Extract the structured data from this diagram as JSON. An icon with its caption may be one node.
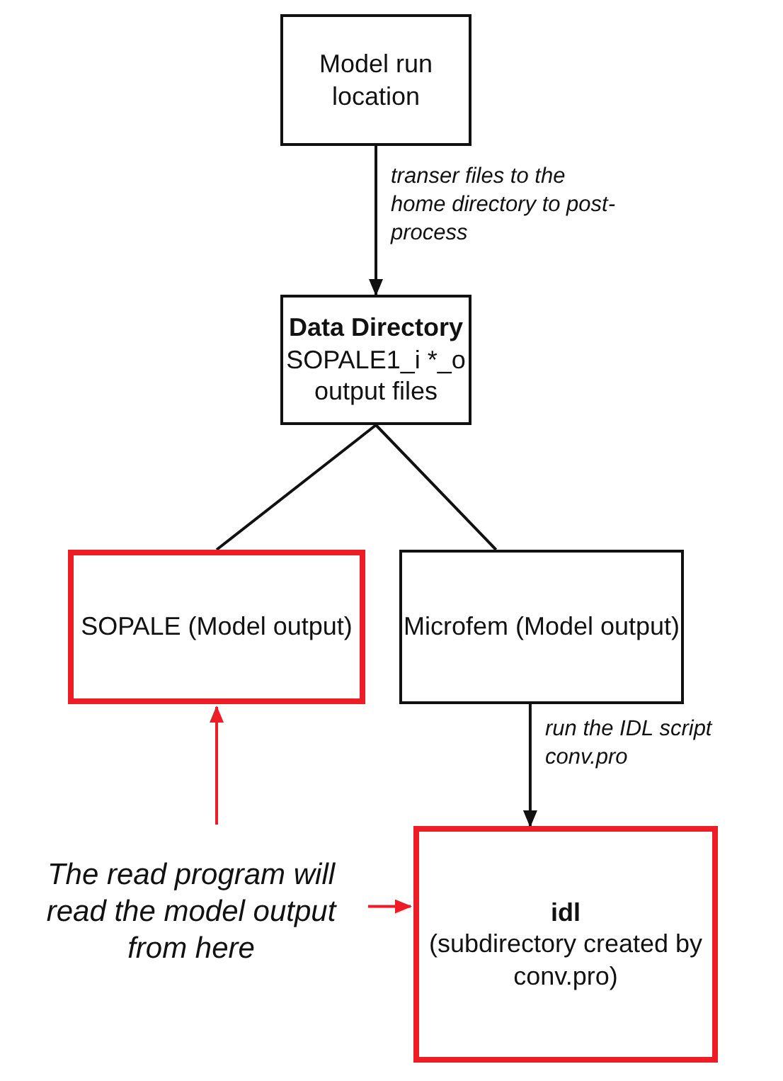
{
  "diagram": {
    "nodes": [
      {
        "text": [
          "Model run location"
        ]
      },
      {
        "text": [
          "Data Directory",
          "SOPALE1_i *_o output files"
        ]
      },
      {
        "text": [
          "SOPALE (Model output)"
        ]
      },
      {
        "text": [
          "Microfem (Model output)"
        ]
      },
      {
        "text": [
          "The read program will read the model output from here"
        ]
      },
      {
        "text": [
          "idl",
          "(subdirectory created by conv.pro)"
        ]
      }
    ],
    "edges": [
      {
        "from": 0,
        "to": 1,
        "arrow": "to",
        "label": "transer files to the home directory to post-process"
      },
      {
        "from": 1,
        "to": 2,
        "arrow": "none"
      },
      {
        "from": 1,
        "to": 3,
        "arrow": "none"
      },
      {
        "from": 3,
        "to": 5,
        "arrow": "to",
        "label": "run the IDL script conv.pro"
      },
      {
        "from": 4,
        "to": 2,
        "arrow": "to",
        "color": "#ee1c24"
      },
      {
        "from": 4,
        "to": 5,
        "arrow": "to",
        "color": "#ee1c24"
      }
    ]
  }
}
